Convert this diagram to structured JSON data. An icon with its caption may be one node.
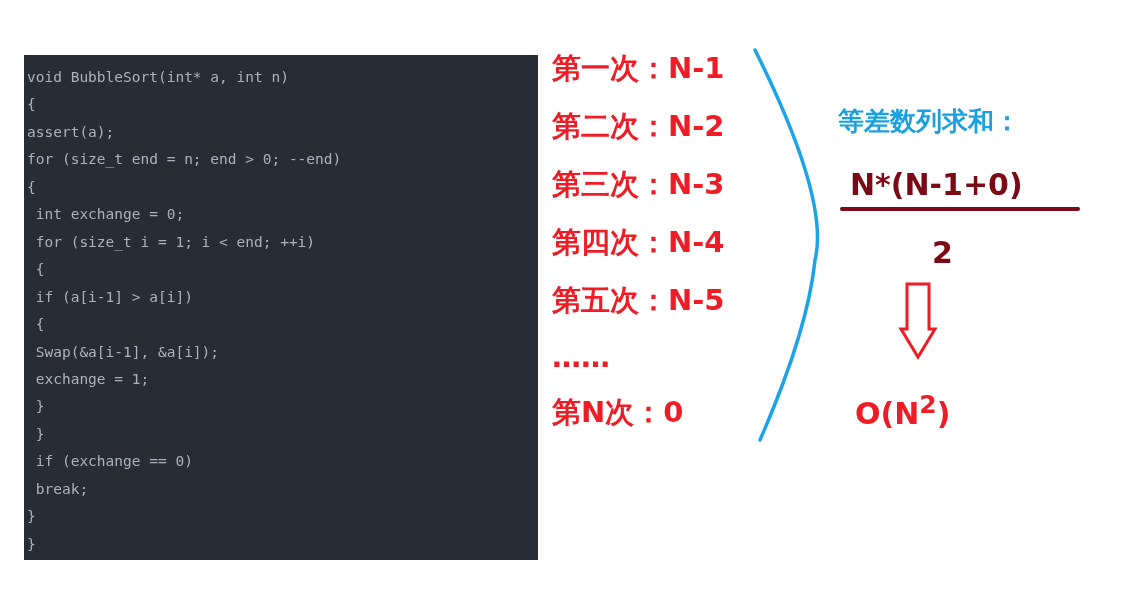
{
  "diagram": {
    "nodes": [
      {
        "text": [
          "void BubbleSort(int* a, int n)",
          "{",
          "assert(a);",
          "for (size_t end = n; end > 0; --end)",
          "{",
          " int exchange = 0;",
          " for (size_t i = 1; i < end; ++i)",
          " {",
          " if (a[i-1] > a[i])",
          " {",
          " Swap(&a[i-1], &a[i]);",
          " exchange = 1;",
          " }",
          " }",
          " if (exchange == 0)",
          " break;",
          "}",
          "}"
        ]
      },
      {
        "text": [
          "N*(N-1+0)",
          "2"
        ]
      },
      {
        "text": [
          "O(N$^{2}$)"
        ]
      }
    ],
    "edges": [
      {
        "from": 1,
        "to": 2,
        "arrow": "to"
      }
    ],
    "labels": [
      "第一次：N-1",
      "第二次：N-2",
      "第三次：N-3",
      "第四次：N-4",
      "第五次：N-5",
      "……",
      "第N次：0",
      "等差数列求和："
    ]
  }
}
